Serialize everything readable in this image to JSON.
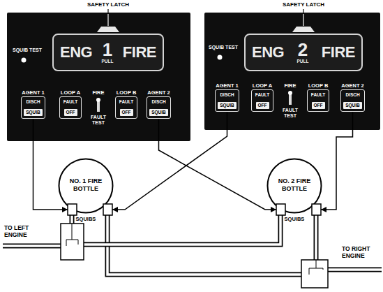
{
  "diagram": {
    "nodes": [
      {
        "text": [
          "SQUIB TEST"
        ]
      },
      {
        "text": [
          "ENG",
          "1",
          "FIRE",
          "PULL"
        ],
        "in": 0
      },
      {
        "text": [
          "AGENT 1",
          "DISCH",
          "SQUIB"
        ],
        "in": 0
      },
      {
        "text": [
          "LOOP A",
          "FAULT",
          "OFF"
        ],
        "in": 0
      },
      {
        "text": [
          "LOOP B",
          "FAULT",
          "OFF"
        ],
        "in": 0
      },
      {
        "text": [
          "AGENT 2",
          "DISCH",
          "SQUIB"
        ],
        "in": 0
      },
      {
        "text": [
          "SQUIB TEST"
        ]
      },
      {
        "text": [
          "ENG",
          "2",
          "FIRE",
          "PULL"
        ],
        "in": 6
      },
      {
        "text": [
          "AGENT 1",
          "DISCH",
          "SQUIB"
        ],
        "in": 6
      },
      {
        "text": [
          "LOOP A",
          "FAULT",
          "OFF"
        ],
        "in": 6
      },
      {
        "text": [
          "LOOP B",
          "FAULT",
          "OFF"
        ],
        "in": 6
      },
      {
        "text": [
          "AGENT 2",
          "DISCH",
          "SQUIB"
        ],
        "in": 6
      },
      {
        "text": [
          "NO. 1 FIRE BOTTLE"
        ]
      },
      {
        "text": [
          "NO. 2 FIRE BOTTLE"
        ]
      }
    ],
    "edges": [
      {
        "from": 2,
        "to": 12,
        "arrow": "to"
      },
      {
        "from": 5,
        "to": 13,
        "arrow": "to"
      },
      {
        "from": 8,
        "to": 12,
        "arrow": "to"
      },
      {
        "from": 11,
        "to": 13,
        "arrow": "to"
      }
    ],
    "labels": [
      "SAFETY LATCH",
      "SAFETY LATCH",
      "FIRE",
      "FAULT TEST",
      "FIRE",
      "FAULT TEST",
      "SQUIBS",
      "SQUIBS",
      "TO LEFT ENGINE",
      "TO RIGHT ENGINE"
    ]
  }
}
